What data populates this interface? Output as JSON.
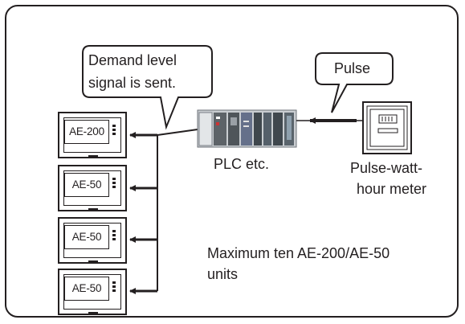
{
  "callouts": {
    "demand_line1": "Demand level",
    "demand_line2": "signal is sent.",
    "pulse": "Pulse"
  },
  "devices": {
    "plc_label": "PLC etc.",
    "meter_label_line1": "Pulse-watt-",
    "meter_label_line2": "hour meter"
  },
  "units": [
    "AE-200",
    "AE-50",
    "AE-50",
    "AE-50"
  ],
  "note": {
    "line1": "Maximum ten AE-200/AE-50",
    "line2": "units"
  }
}
